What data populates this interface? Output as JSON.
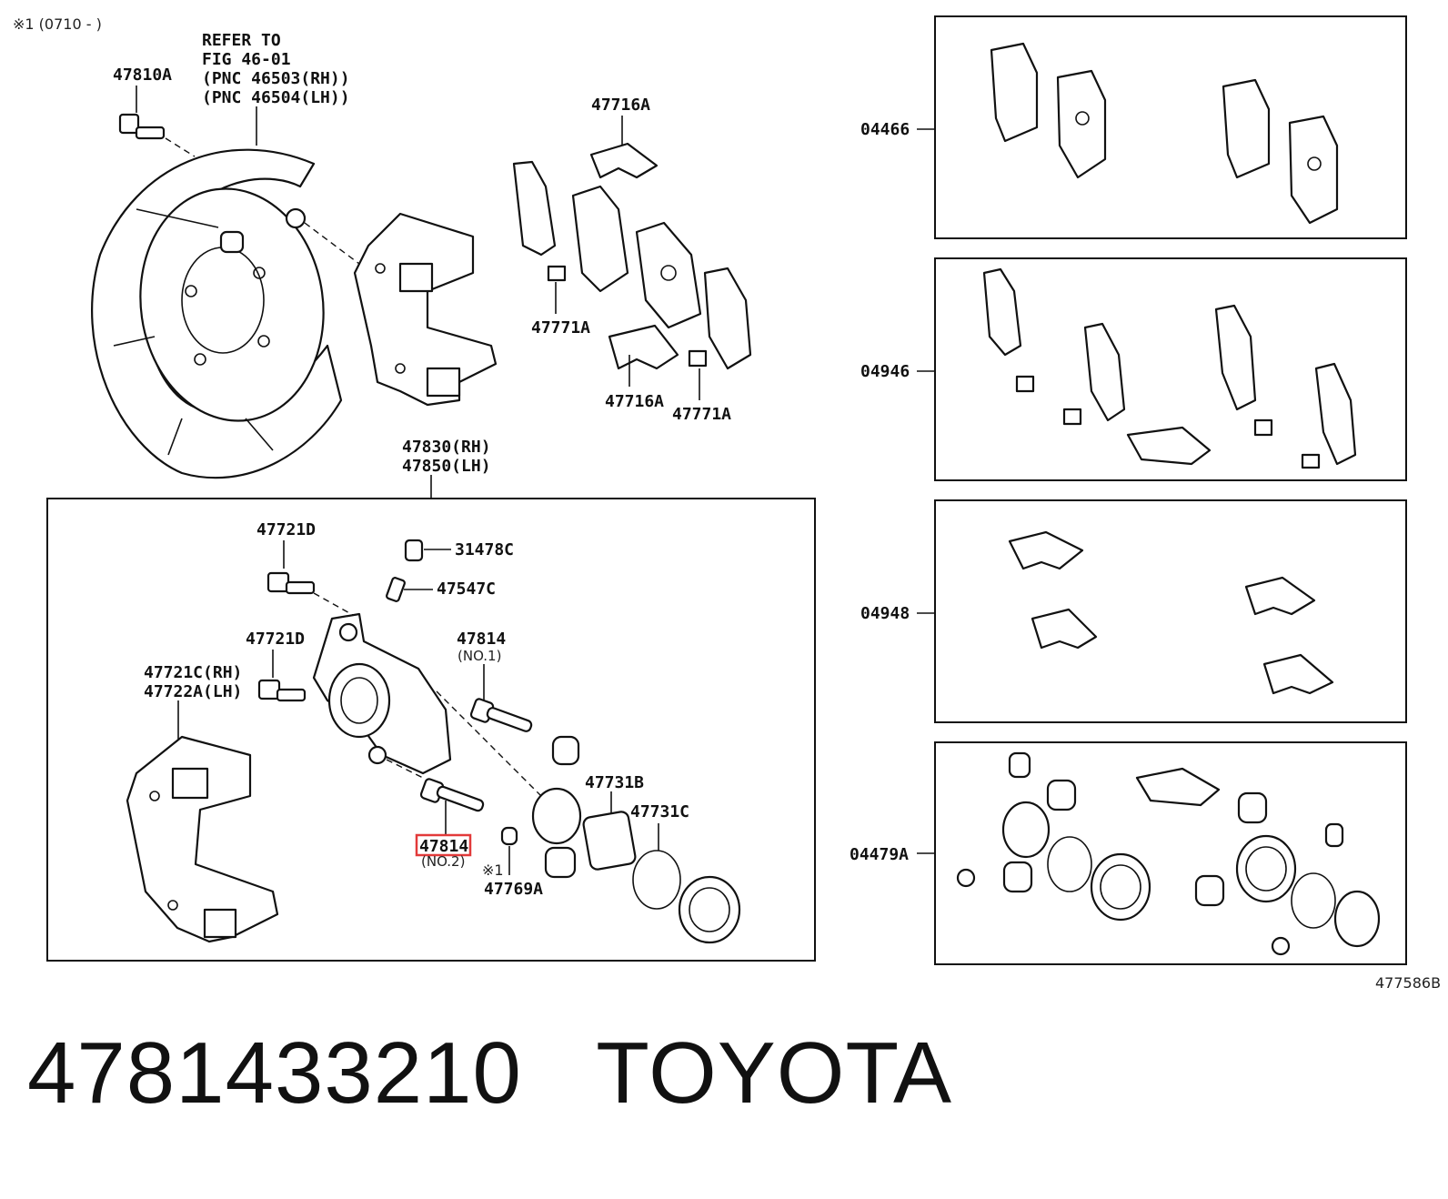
{
  "header_note": "※1 (0710 -     )",
  "refer_note": [
    "REFER TO",
    "FIG 46-01",
    "(PNC 46503(RH))",
    "(PNC 46504(LH))"
  ],
  "labels": {
    "p47810A": "47810A",
    "p47716A_top": "47716A",
    "p47771A_left": "47771A",
    "p47716A_bottom": "47716A",
    "p47771A_right": "47771A",
    "p47830": "47830(RH)",
    "p47850": "47850(LH)",
    "p47721D_top": "47721D",
    "p31478C": "31478C",
    "p47547C": "47547C",
    "p47721D_mid": "47721D",
    "p47814_no1": "47814",
    "no1": "(NO.1)",
    "p47721C": "47721C(RH)",
    "p47722A": "47722A(LH)",
    "p47731B": "47731B",
    "p47731C": "47731C",
    "p47814_no2": "47814",
    "no2": "(NO.2)",
    "mark1": "※1",
    "p47769A": "47769A",
    "k04466": "04466",
    "k04946": "04946",
    "k04948": "04948",
    "k04479A": "04479A",
    "fig_code": "477586B"
  },
  "footer": {
    "part_number": "4781433210",
    "brand": "TOYOTA"
  }
}
